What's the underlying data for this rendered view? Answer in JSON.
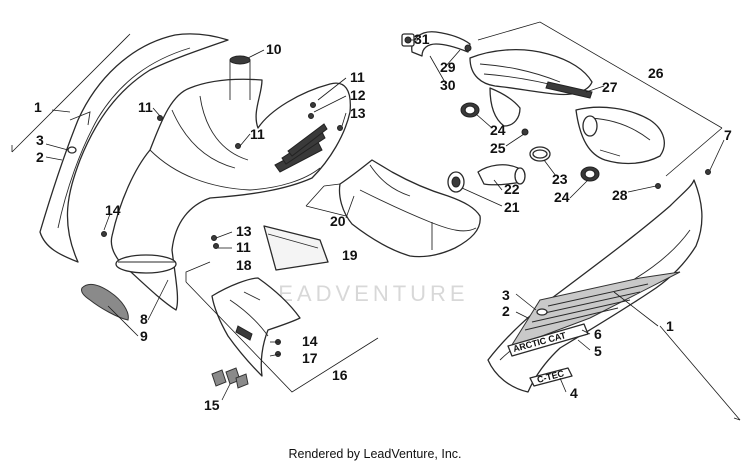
{
  "credit": "Rendered by LeadVenture, Inc.",
  "watermark": "LEADVENTURE",
  "decal_brand": "ARCTIC CAT",
  "decal_model": "C-TEC",
  "callouts": {
    "c1_left": "1",
    "c1_right": "1",
    "c2_left": "2",
    "c2_right": "2",
    "c3_left": "3",
    "c3_right": "3",
    "c4": "4",
    "c5": "5",
    "c6": "6",
    "c7": "7",
    "c8": "8",
    "c9": "9",
    "c10": "10",
    "c11_a": "11",
    "c11_b": "11",
    "c11_c": "11",
    "c11_d": "11",
    "c12": "12",
    "c13_a": "13",
    "c13_b": "13",
    "c14_a": "14",
    "c14_b": "14",
    "c15": "15",
    "c16": "16",
    "c17": "17",
    "c18": "18",
    "c19": "19",
    "c20": "20",
    "c21": "21",
    "c22": "22",
    "c23": "23",
    "c24_a": "24",
    "c24_b": "24",
    "c25": "25",
    "c26": "26",
    "c27": "27",
    "c28": "28",
    "c29": "29",
    "c30": "30",
    "c31": "31"
  }
}
